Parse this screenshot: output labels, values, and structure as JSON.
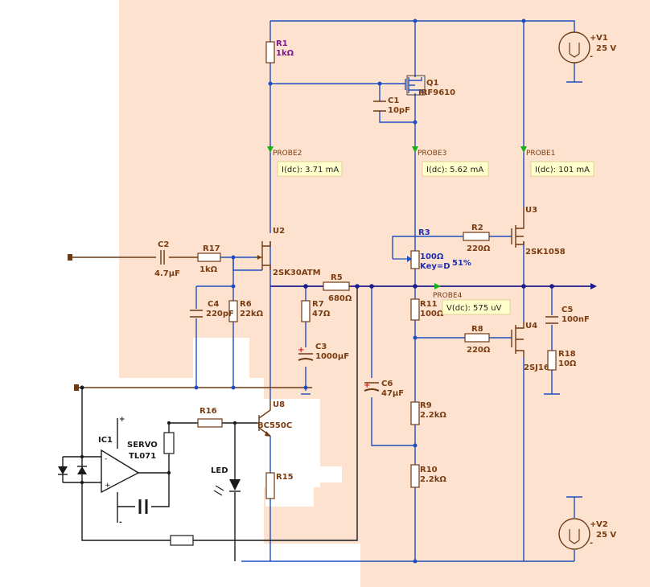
{
  "colors": {
    "sheet": "#fde2d0",
    "wire_blue": "#1f4fbf",
    "wire_brown": "#6e3a14",
    "wire_navy": "#1c1c8c",
    "label_brown": "#7a3c10",
    "label_purple": "#7a1a8a",
    "label_blue": "#1f2fb0",
    "probe_green": "#18b018",
    "meter_bg": "#ffffcc"
  },
  "components": {
    "R1": {
      "ref": "R1",
      "value": "1kΩ"
    },
    "Q1": {
      "ref": "Q1",
      "value": "IRF9610"
    },
    "C1": {
      "ref": "C1",
      "value": "10pF"
    },
    "V1": {
      "ref": "V1",
      "value": "25 V",
      "plus": "+",
      "minus": "-"
    },
    "V2": {
      "ref": "V2",
      "value": "25 V",
      "plus": "+",
      "minus": "-"
    },
    "U2": {
      "ref": "U2",
      "value": "2SK30ATM"
    },
    "U3": {
      "ref": "U3",
      "value": "2SK1058"
    },
    "U4": {
      "ref": "U4",
      "value": "2SJ162"
    },
    "U8": {
      "ref": "U8",
      "value": "BC550C"
    },
    "R2": {
      "ref": "R2",
      "value": "220Ω"
    },
    "R3": {
      "ref": "R3",
      "value": "100Ω",
      "key": "Key=D",
      "percent": "51%"
    },
    "R5": {
      "ref": "R5",
      "value": "680Ω"
    },
    "R6": {
      "ref": "R6",
      "value": "22kΩ"
    },
    "R7": {
      "ref": "R7",
      "value": "47Ω"
    },
    "R8": {
      "ref": "R8",
      "value": "220Ω"
    },
    "R9": {
      "ref": "R9",
      "value": "2.2kΩ"
    },
    "R10": {
      "ref": "R10",
      "value": "2.2kΩ"
    },
    "R11": {
      "ref": "R11",
      "value": "100Ω"
    },
    "R15": {
      "ref": "R15",
      "value": ""
    },
    "R16": {
      "ref": "R16",
      "value": ""
    },
    "R17": {
      "ref": "R17",
      "value": "1kΩ"
    },
    "R18": {
      "ref": "R18",
      "value": "10Ω"
    },
    "C2": {
      "ref": "C2",
      "value": "4.7µF"
    },
    "C3": {
      "ref": "C3",
      "value": "1000µF",
      "plus": "+"
    },
    "C4": {
      "ref": "C4",
      "value": "220pF"
    },
    "C5": {
      "ref": "C5",
      "value": "100nF"
    },
    "C6": {
      "ref": "C6",
      "value": "47µF",
      "plus": "+"
    },
    "IC1": {
      "ref": "IC1",
      "name1": "SERVO",
      "name2": "TL071",
      "plus": "+",
      "minus": "-"
    },
    "LED": {
      "ref": "LED"
    }
  },
  "probes": {
    "probe1": {
      "label": "PROBE1",
      "reading": "I(dc): 101 mA"
    },
    "probe2": {
      "label": "PROBE2",
      "reading": "I(dc): 3.71 mA"
    },
    "probe3": {
      "label": "PROBE3",
      "reading": "I(dc): 5.62 mA"
    },
    "probe4": {
      "label": "PROBE4",
      "reading": "V(dc): 575 uV"
    }
  }
}
